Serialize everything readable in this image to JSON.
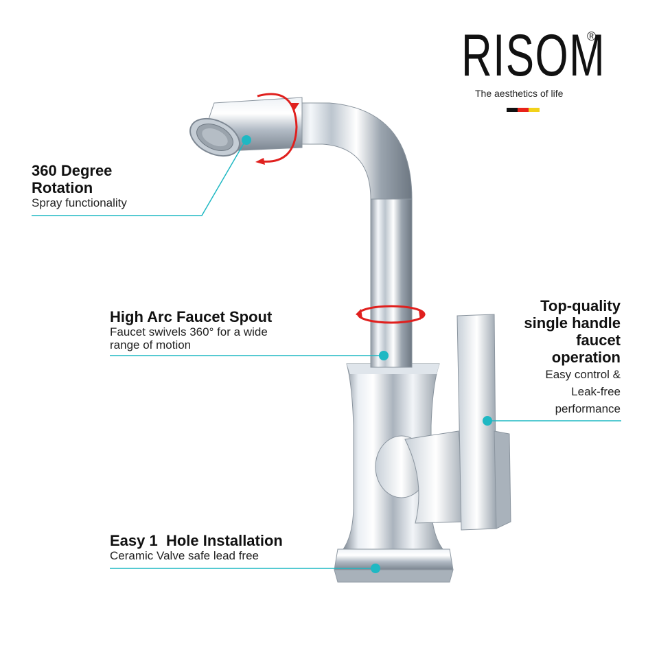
{
  "brand": {
    "name": "RISOM",
    "registered_mark": "®",
    "tagline": "The aesthetics of life",
    "flag_colors": [
      "#111111",
      "#e8221a",
      "#f2d21a"
    ]
  },
  "accent_color": "#1fb8c3",
  "arrow_color": "#e0201e",
  "features": [
    {
      "title_lines": [
        "360 Degree",
        "Rotation"
      ],
      "desc_lines": [
        "Spray functionality"
      ]
    },
    {
      "title_lines": [
        "High Arc Faucet Spout"
      ],
      "desc_lines": [
        "Faucet swivels 360° for a wide",
        "range of motion"
      ]
    },
    {
      "title_lines": [
        "Top-quality",
        "single handle",
        "faucet",
        "operation"
      ],
      "desc_lines": [
        "Easy control &",
        "Leak-free",
        "performance"
      ]
    },
    {
      "title_lines": [
        "Easy 1  Hole Installation"
      ],
      "desc_lines": [
        "Ceramic Valve safe lead free"
      ]
    }
  ]
}
